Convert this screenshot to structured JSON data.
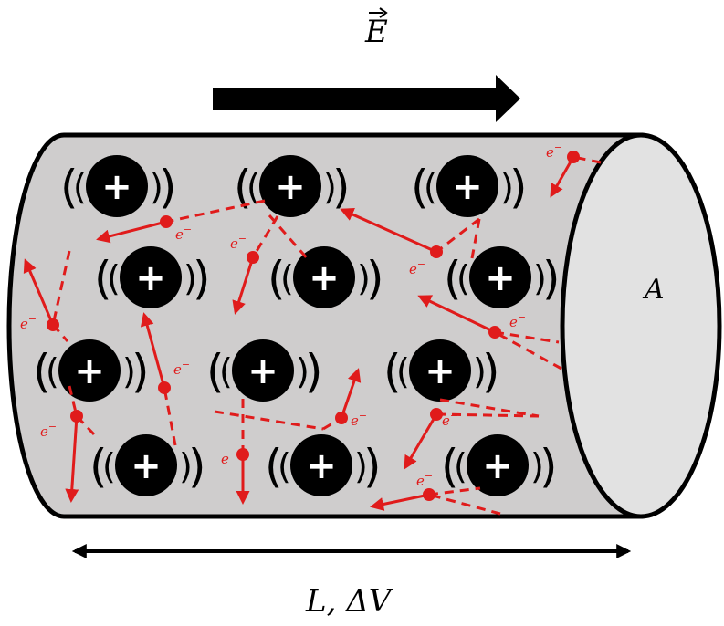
{
  "labels": {
    "field": "E",
    "area": "A",
    "length_voltage": "L, ΔV",
    "electron": "e",
    "electron_sup": "−",
    "ion": "+"
  },
  "colors": {
    "cylinder_body": "#cfcdcd",
    "cylinder_face": "#e2e2e2",
    "electron": "#e01b1b",
    "ion": "#000000",
    "arrow": "#000000"
  }
}
